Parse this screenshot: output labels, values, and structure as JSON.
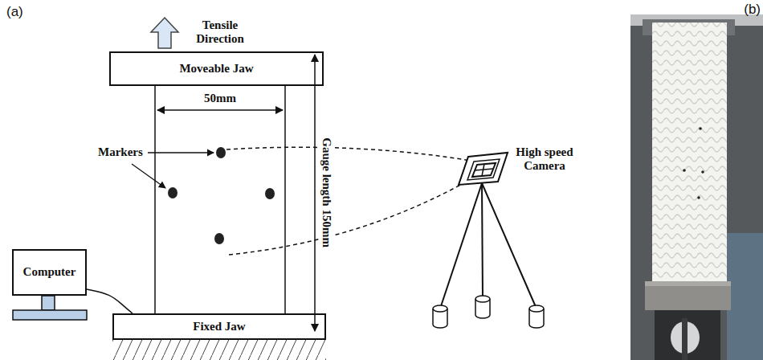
{
  "diagram": {
    "nodes": [
      {
        "text": [
          "Moveable Jaw"
        ]
      },
      {
        "text": [
          "Fixed Jaw"
        ]
      },
      {
        "text": [
          "Computer"
        ]
      }
    ],
    "edges": [
      {
        "from": 2,
        "to": 1,
        "arrow": "none"
      }
    ],
    "labels": [
      "(a)",
      "Tensile Direction",
      "50mm",
      "Markers",
      "Gauge length 150mm",
      "High speed Camera",
      "(b)"
    ]
  }
}
